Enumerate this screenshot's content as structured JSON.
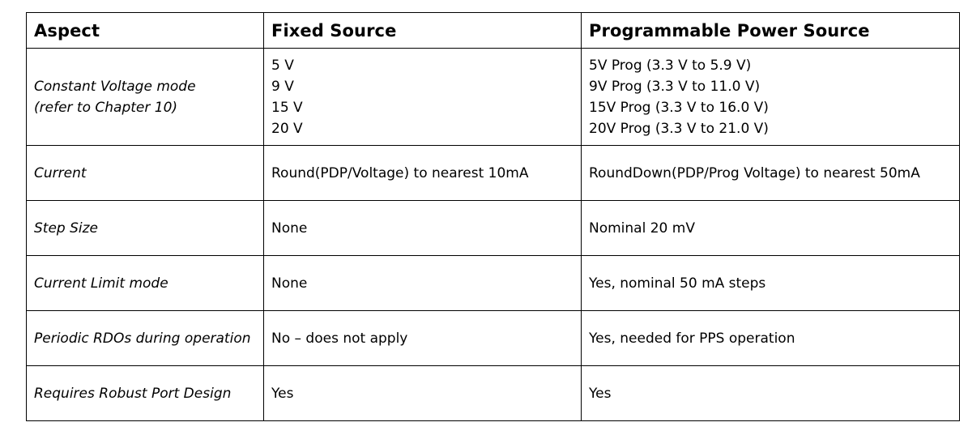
{
  "table": {
    "headers": [
      "Aspect",
      "Fixed Source",
      "Programmable Power Source"
    ],
    "rows": [
      {
        "aspect": [
          "Constant Voltage mode",
          "(refer to Chapter 10)"
        ],
        "fixed": [
          "5 V",
          "9 V",
          "15 V",
          "20 V"
        ],
        "pps": [
          "5V Prog (3.3 V to 5.9 V)",
          "9V Prog (3.3 V to 11.0 V)",
          "15V Prog (3.3 V to 16.0 V)",
          "20V Prog (3.3 V to 21.0 V)"
        ]
      },
      {
        "aspect": "Current",
        "fixed": "Round(PDP/Voltage) to nearest 10mA",
        "pps": "RoundDown(PDP/Prog Voltage) to nearest 50mA"
      },
      {
        "aspect": "Step Size",
        "fixed": "None",
        "pps": "Nominal 20 mV"
      },
      {
        "aspect": "Current Limit mode",
        "fixed": "None",
        "pps": "Yes, nominal 50 mA steps"
      },
      {
        "aspect": "Periodic RDOs during operation",
        "fixed": "No – does not apply",
        "pps": "Yes, needed for PPS operation"
      },
      {
        "aspect": "Requires Robust Port Design",
        "fixed": "Yes",
        "pps": "Yes"
      }
    ]
  }
}
